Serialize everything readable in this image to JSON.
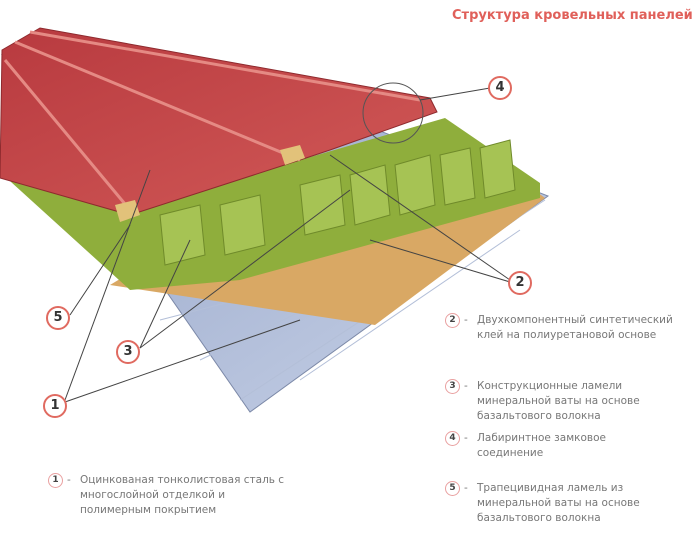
{
  "title": "Структура кровельных панелей",
  "callouts": [
    "1",
    "2",
    "3",
    "4",
    "5"
  ],
  "legend": [
    {
      "num": "1",
      "dash": "-",
      "text": "Оцинкованая тонколистовая сталь с многослойной отделкой и полимерным покрытием"
    },
    {
      "num": "2",
      "dash": "-",
      "text": "Двухкомпонентный синтетический клей на полиуретановой основе"
    },
    {
      "num": "3",
      "dash": "-",
      "text": "Конструкционные ламели минеральной ваты на основе базальтового волокна"
    },
    {
      "num": "4",
      "dash": "-",
      "text": "Лабиринтное замковое соединение"
    },
    {
      "num": "5",
      "dash": "-",
      "text": "Трапецивидная ламель из минеральной ваты на основе базальтового волокна"
    }
  ],
  "colors": {
    "accent": "#e0605a",
    "roof": "#c8474a",
    "wool": "#8fae3c",
    "glue": "#d9a864",
    "steel": "#a9b7d6"
  }
}
